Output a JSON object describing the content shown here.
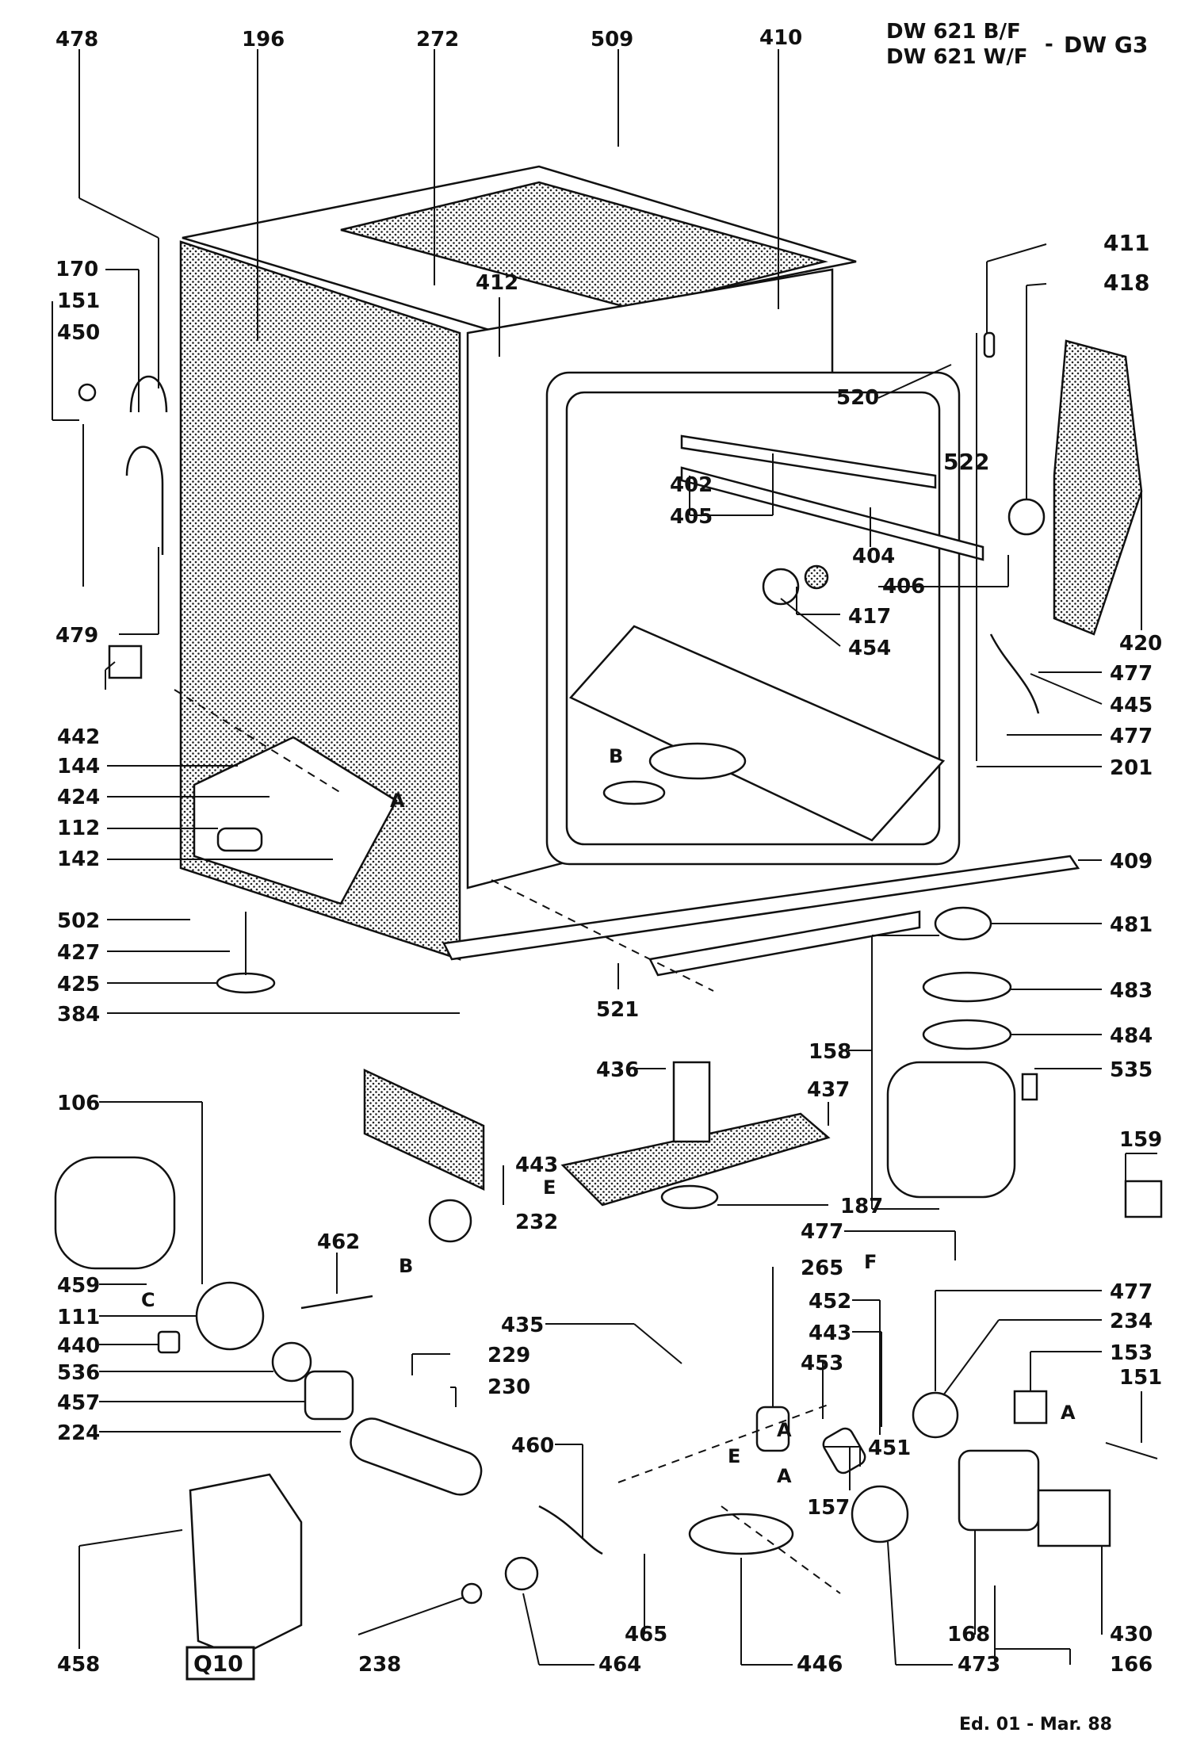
{
  "header": {
    "model_line1": "DW 621 B/F",
    "model_line2": "DW 621 W/F",
    "model_separator": "-",
    "model_group": "DW G3"
  },
  "footer": {
    "edition": "Ed. 01 - Mar. 88",
    "figure_code": "Q10"
  },
  "callouts": [
    "478",
    "196",
    "272",
    "509",
    "410",
    "170",
    "151",
    "450",
    "412",
    "411",
    "418",
    "520",
    "522",
    "402",
    "405",
    "404",
    "406",
    "417",
    "454",
    "479",
    "442",
    "144",
    "424",
    "112",
    "142",
    "420",
    "477",
    "445",
    "477",
    "201",
    "409",
    "502",
    "427",
    "425",
    "384",
    "521",
    "481",
    "483",
    "484",
    "158",
    "535",
    "436",
    "437",
    "159",
    "106",
    "443",
    "232",
    "187",
    "462",
    "477",
    "459",
    "111",
    "440",
    "536",
    "457",
    "224",
    "265",
    "452",
    "477",
    "234",
    "443",
    "153",
    "453",
    "151",
    "435",
    "229",
    "230",
    "460",
    "157",
    "451",
    "458",
    "464",
    "465",
    "446",
    "473",
    "168",
    "166",
    "430",
    "238"
  ],
  "letter_markers": [
    "A",
    "B",
    "A",
    "B",
    "C",
    "E",
    "E",
    "F",
    "A",
    "A"
  ]
}
